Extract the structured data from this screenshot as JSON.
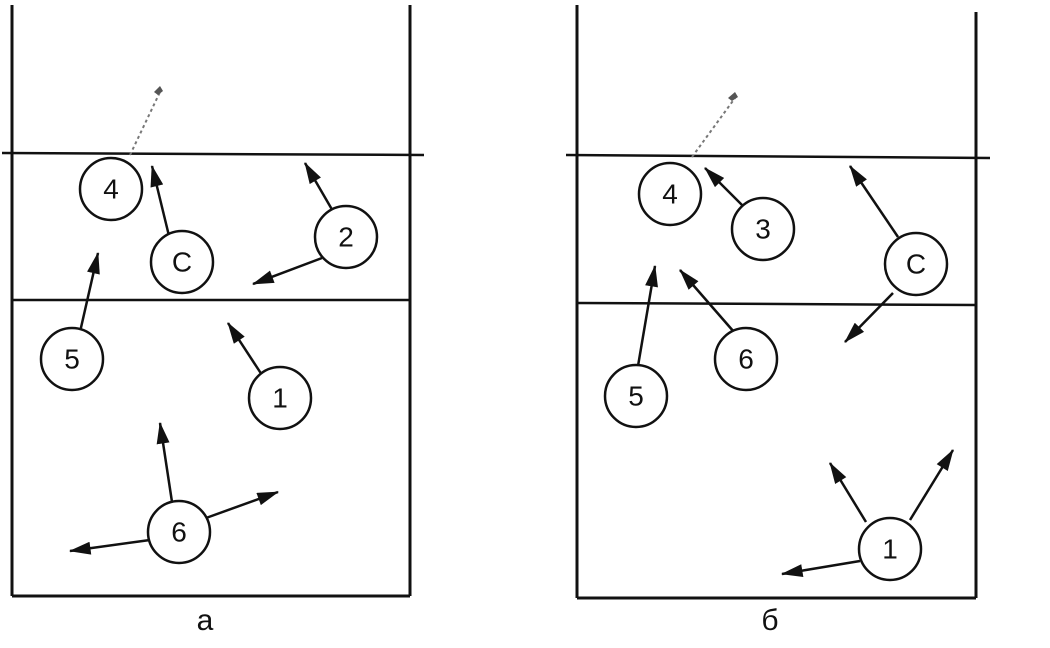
{
  "diagrams": [
    {
      "id": "a",
      "caption": "а",
      "players": [
        {
          "label": "4"
        },
        {
          "label": "С"
        },
        {
          "label": "2"
        },
        {
          "label": "5"
        },
        {
          "label": "1"
        },
        {
          "label": "6"
        }
      ]
    },
    {
      "id": "b",
      "caption": "б",
      "players": [
        {
          "label": "4"
        },
        {
          "label": "3"
        },
        {
          "label": "С"
        },
        {
          "label": "6"
        },
        {
          "label": "5"
        },
        {
          "label": "1"
        }
      ]
    }
  ],
  "colors": {
    "line": "#111111",
    "background": "#ffffff",
    "ball_trace": "#777777"
  }
}
